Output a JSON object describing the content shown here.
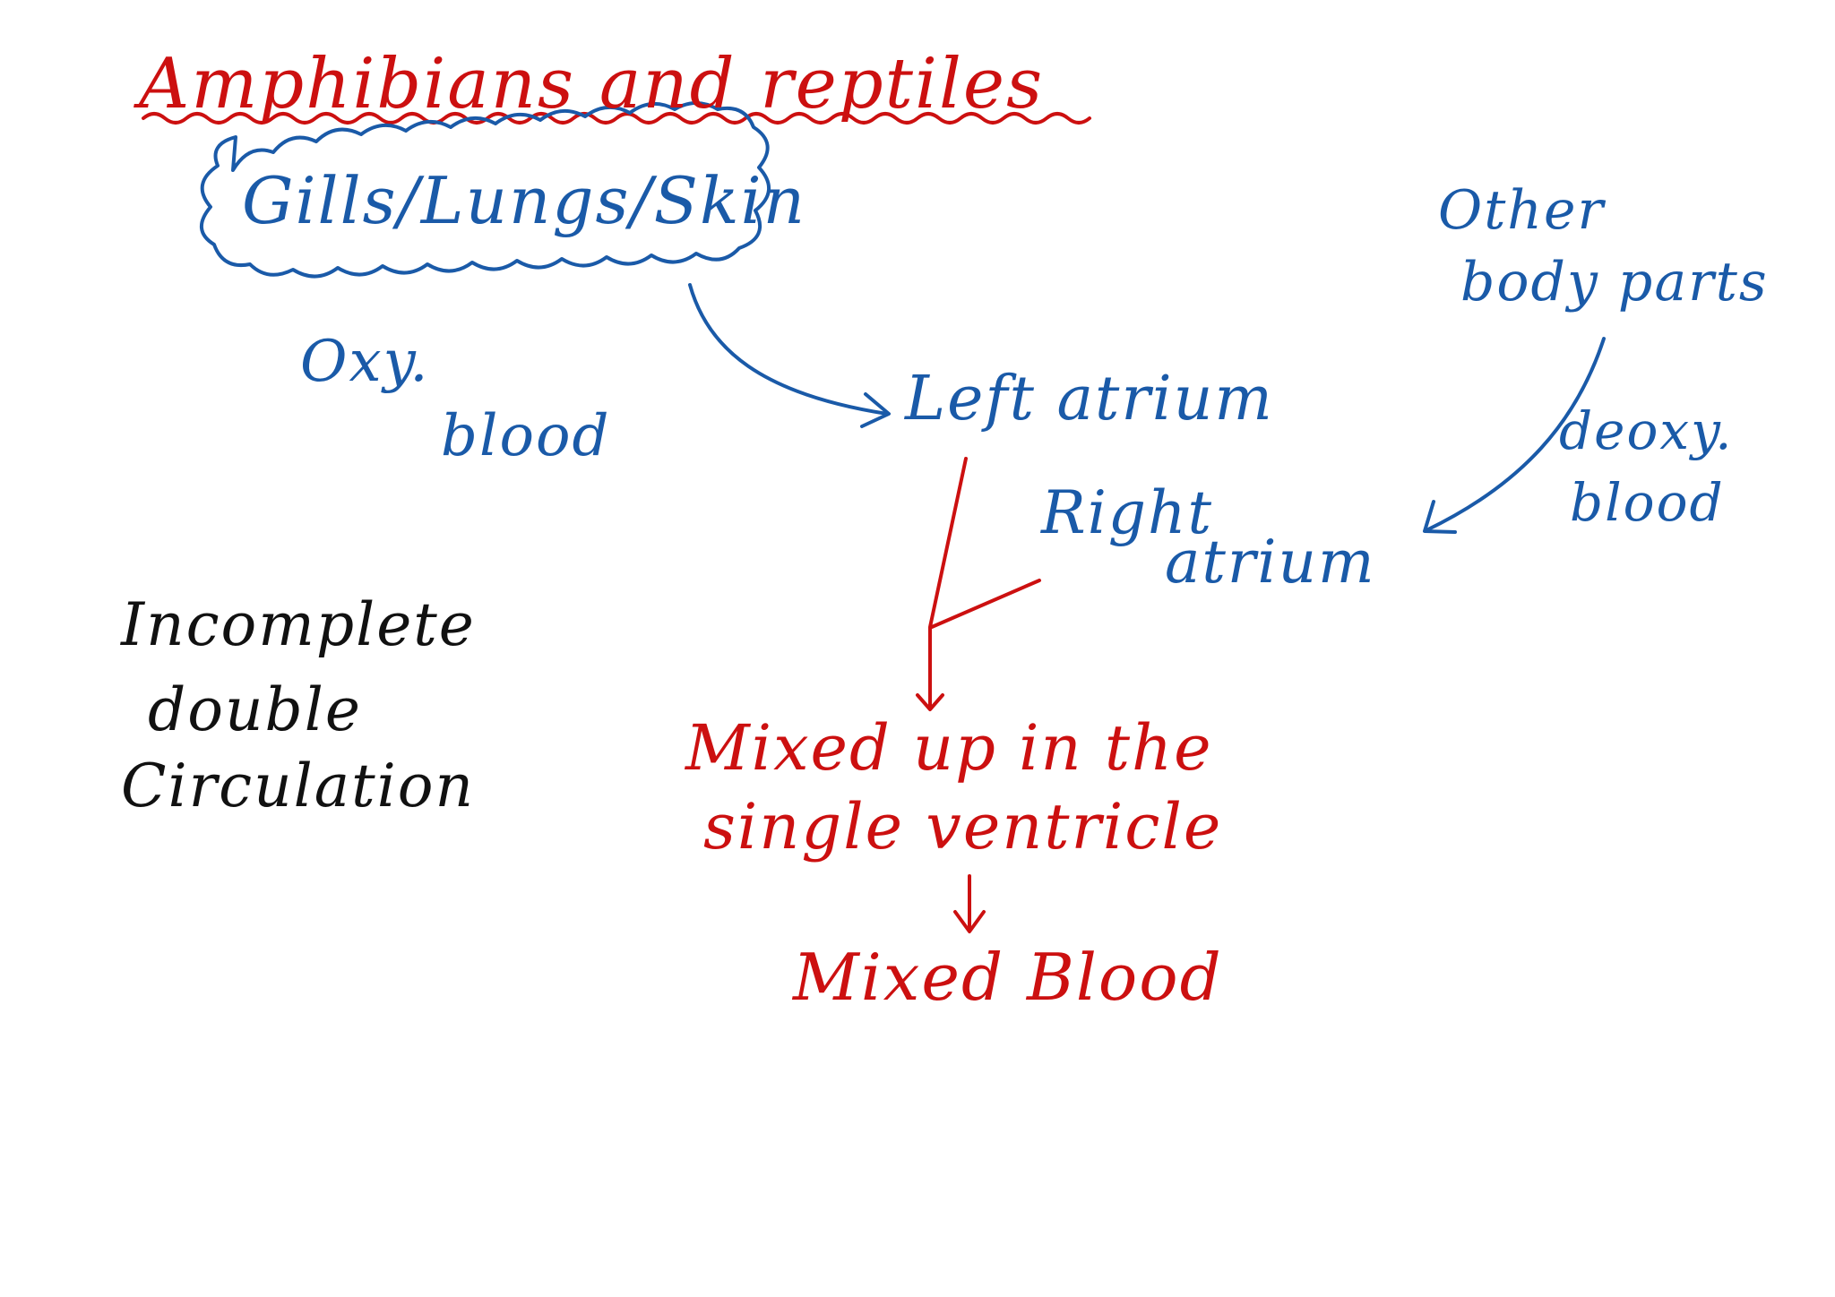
{
  "colors": {
    "red": "#cc1010",
    "blue": "#1a5aa8",
    "black": "#111111",
    "background": "#ffffff"
  },
  "title": "Amphibians and reptiles",
  "respiratory_organs": "Gills/Lungs/Skin",
  "oxy_blood": {
    "line1": "Oxy.",
    "line2": "blood"
  },
  "left_atrium": "Left atrium",
  "other_body_parts": {
    "line1": "Other",
    "line2": "body parts"
  },
  "deoxy_blood": {
    "line1": "deoxy.",
    "line2": "blood"
  },
  "right_atrium": {
    "line1": "Right",
    "line2": "atrium"
  },
  "circulation_type": {
    "line1": "Incomplete",
    "line2": "double",
    "line3": "Circulation"
  },
  "ventricle": {
    "line1": "Mixed up in the",
    "line2": "single ventricle"
  },
  "result": "Mixed Blood"
}
